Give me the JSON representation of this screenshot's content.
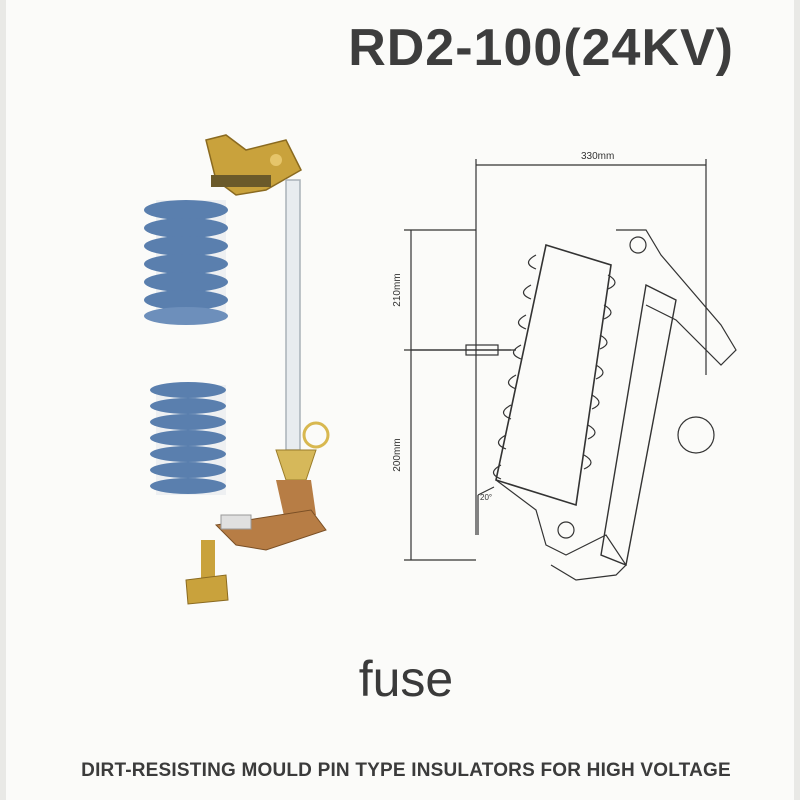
{
  "header": {
    "model": "RD2-100(24KV)"
  },
  "drawing": {
    "dim_width": "330mm",
    "dim_upper": "210mm",
    "dim_lower": "200mm",
    "angle": "20°"
  },
  "caption": "fuse",
  "footer": "DIRT-RESISTING MOULD PIN TYPE INSULATORS FOR HIGH VOLTAGE",
  "colors": {
    "insulator": "#5a7fae",
    "brass": "#c9a23c",
    "copper": "#b77d45",
    "line": "#333333"
  }
}
